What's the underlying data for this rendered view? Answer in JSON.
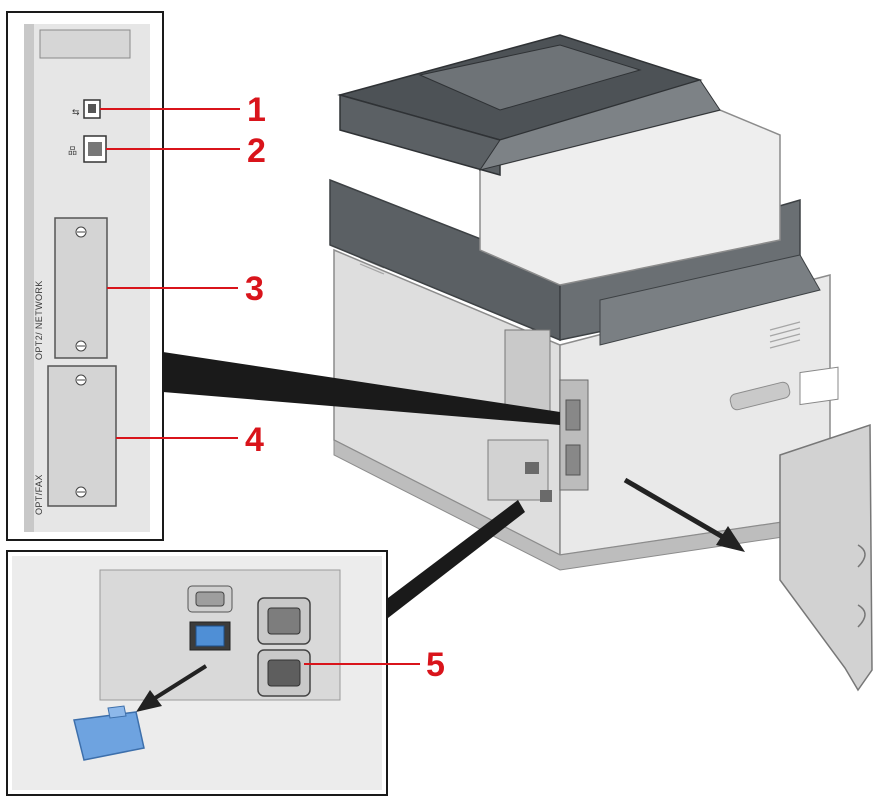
{
  "callouts": [
    {
      "number": "1",
      "target": "usb-port"
    },
    {
      "number": "2",
      "target": "network-port"
    },
    {
      "number": "3",
      "target": "opt2-network-slot"
    },
    {
      "number": "4",
      "target": "opt-fax-slot"
    },
    {
      "number": "5",
      "target": "power-inlet"
    }
  ],
  "slot_labels": {
    "opt2_network": "OPT2/ NETWORK",
    "opt_fax": "OPT/FAX"
  },
  "colors": {
    "callout_red": "#d9141b",
    "cap_blue": "#6ea3e0",
    "body_grey": "#d9d9d9",
    "dark_grey": "#555a5e"
  },
  "icons": [
    "usb-icon",
    "network-icon"
  ]
}
